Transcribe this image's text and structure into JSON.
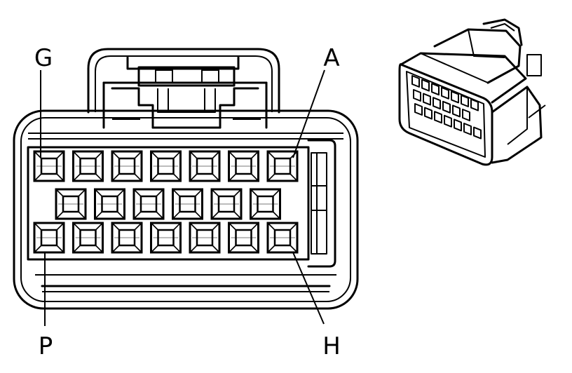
{
  "labels": {
    "top_left": "G",
    "top_right": "A",
    "bottom_left": "P",
    "bottom_right": "H"
  },
  "connector": {
    "rows": [
      7,
      6,
      7
    ]
  }
}
